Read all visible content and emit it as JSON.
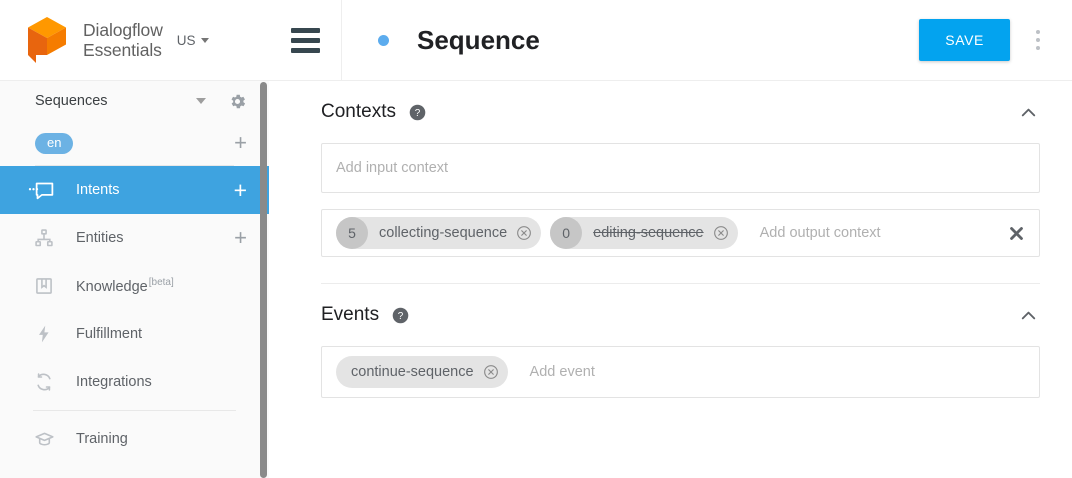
{
  "brand": {
    "logo_icon": "dialogflow-cube-logo",
    "name_line1": "Dialogflow",
    "name_line2": "Essentials",
    "region_label": "US",
    "region_caret_icon": "caret-down-icon",
    "colors": {
      "logo_top": "#FF9800",
      "logo_left": "#E8650E",
      "logo_right": "#F57C00"
    }
  },
  "sidebar": {
    "agent": {
      "name": "Sequences",
      "caret_icon": "caret-down-icon",
      "settings_icon": "gear-icon"
    },
    "language": {
      "code": "en",
      "add_icon": "plus-icon"
    },
    "nav": [
      {
        "label": "Intents",
        "icon": "chat-bubble-icon",
        "active": true,
        "add_icon": "plus-icon",
        "has_add": true
      },
      {
        "label": "Entities",
        "icon": "org-chart-icon",
        "active": false,
        "add_icon": "plus-icon",
        "has_add": true
      },
      {
        "label": "Knowledge",
        "icon": "book-icon",
        "active": false,
        "badge": "[beta]",
        "has_add": false
      },
      {
        "label": "Fulfillment",
        "icon": "lightning-bolt-icon",
        "active": false,
        "has_add": false
      },
      {
        "label": "Integrations",
        "icon": "sync-refresh-icon",
        "active": false,
        "has_add": false
      },
      {
        "label": "Training",
        "icon": "graduation-cap-icon",
        "active": false,
        "has_add": false
      }
    ],
    "scrollbar": "vertical-scrollbar"
  },
  "topbar": {
    "menu_icon": "hamburger-menu-icon",
    "status_dot": "blue-status-dot",
    "title": "Sequence",
    "save_label": "SAVE",
    "more_icon": "kebab-menu-icon",
    "save_color": "#03A3EF",
    "dot_color": "#5CACEE"
  },
  "contexts": {
    "title": "Contexts",
    "help_icon": "help-circle-icon",
    "collapse_icon": "chevron-up-icon",
    "input": {
      "placeholder": "Add input context",
      "value": ""
    },
    "output": {
      "placeholder": "Add output context",
      "value": "",
      "clear_icon": "close-bold-icon",
      "chips": [
        {
          "count": "5",
          "label": "collecting-sequence",
          "expired": false,
          "remove_icon": "remove-circle-icon"
        },
        {
          "count": "0",
          "label": "editing-sequence",
          "expired": true,
          "remove_icon": "remove-circle-icon"
        }
      ]
    }
  },
  "events": {
    "title": "Events",
    "help_icon": "help-circle-icon",
    "collapse_icon": "chevron-up-icon",
    "input": {
      "placeholder": "Add event",
      "value": ""
    },
    "chips": [
      {
        "label": "continue-sequence",
        "remove_icon": "remove-circle-icon"
      }
    ]
  }
}
